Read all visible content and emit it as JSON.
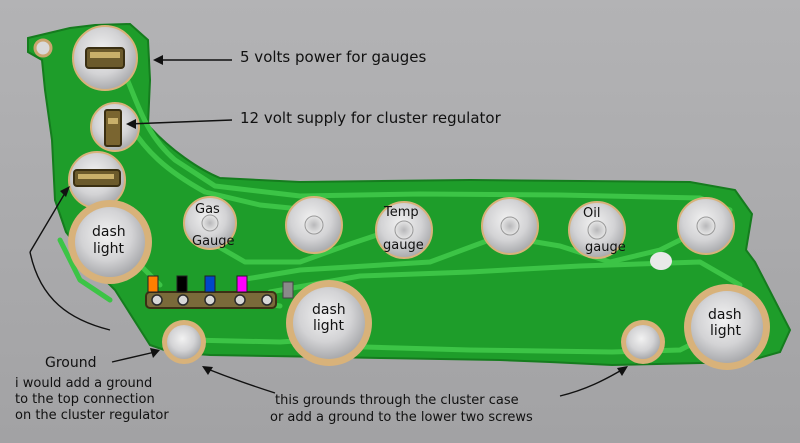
{
  "annotations": {
    "power_5v": "5 volts power for gauges",
    "supply_12v": "12 volt supply for cluster regulator",
    "ground_title": "Ground",
    "ground_note_line1": "i would add a ground",
    "ground_note_line2": "to the top connection",
    "ground_note_line3": "on the cluster regulator",
    "case_ground_line1": "this grounds through the cluster  case",
    "case_ground_line2": "or add a ground to the lower two screws"
  },
  "pad_labels": {
    "dash_light_left_line1": "dash",
    "dash_light_left_line2": "light",
    "gas_line1": "Gas",
    "gas_line2": "Gauge",
    "temp_line1": "Temp",
    "temp_line2": "gauge",
    "oil_line1": "Oil",
    "oil_line2": "gauge",
    "dash_light_mid_line1": "dash",
    "dash_light_mid_line2": "light",
    "dash_light_right_line1": "dash",
    "dash_light_right_line2": "light"
  },
  "colors": {
    "background": "#a9a9ab",
    "board_green": "#1e9d2a",
    "trace_green": "#36c23e",
    "pad_silver": "#cfd0d2",
    "pad_ring_copper": "#d8b27a",
    "marker_orange": "#ff7f00",
    "marker_black": "#000000",
    "marker_blue": "#0047c8",
    "marker_magenta": "#ff00ff",
    "marker_gray": "#8a8a8a"
  }
}
